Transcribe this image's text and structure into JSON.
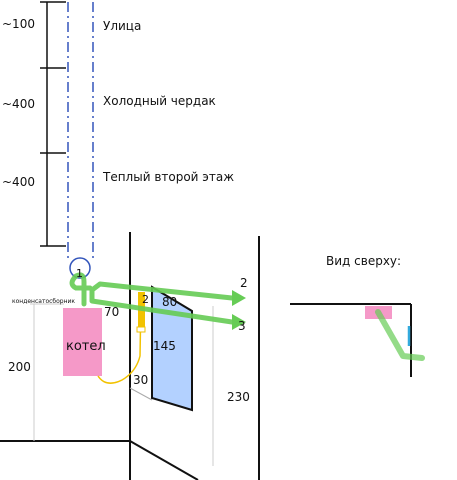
{
  "chimney_dimensions": [
    "~100",
    "~400",
    "~400"
  ],
  "zones": {
    "street": "Улица",
    "cold_attic": "Холодный чердак",
    "warm_floor": "Теплый второй этаж"
  },
  "labels": {
    "condensate_collector": "конденсатосборник",
    "boiler": "котел",
    "top_view": "Вид сверху:"
  },
  "markers": [
    "1",
    "2",
    "3",
    "2"
  ],
  "dimensions": {
    "boiler_height": "200",
    "pipe_offset": "70",
    "radiator_top": "80",
    "radiator_height": "145",
    "radiator_bottom": "30",
    "ceiling_height": "230"
  },
  "colors": {
    "pipe_green": "#66cc55",
    "boiler_pink": "#f599c8",
    "radiator_blue": "#b3d1ff",
    "chimney_blue": "#3355bb",
    "hose_yellow": "#f2c200",
    "valve_cyan": "#33aadd"
  }
}
